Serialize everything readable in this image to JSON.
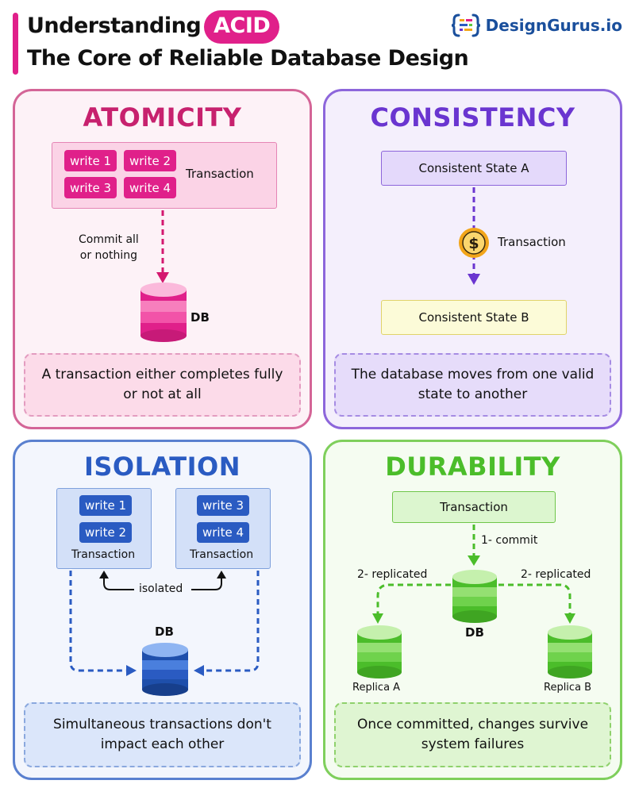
{
  "header": {
    "title_part1": "Understanding",
    "title_highlight": "ACID",
    "subtitle": "The Core of Reliable Database Design",
    "brand": "DesignGurus.io",
    "brand_icon": "code-braces-icon"
  },
  "colors": {
    "pink": "#e0208a",
    "atomicity_title": "#c7216e",
    "purple": "#6a35d0",
    "blue": "#2a5bc2",
    "green": "#5cc83c",
    "gold": "#f2a51a"
  },
  "atomicity": {
    "title": "ATOMICITY",
    "writes": [
      "write 1",
      "write 2",
      "write 3",
      "write 4"
    ],
    "transaction_label": "Transaction",
    "arrow_label": "Commit all\nor nothing",
    "db_label": "DB",
    "caption": "A transaction either completes fully or not at all"
  },
  "consistency": {
    "title": "CONSISTENCY",
    "state_a": "Consistent State A",
    "transaction_label": "Transaction",
    "state_b": "Consistent State B",
    "caption": "The database moves from one valid state to another"
  },
  "isolation": {
    "title": "ISOLATION",
    "txn1_writes": [
      "write 1",
      "write 2"
    ],
    "txn2_writes": [
      "write 3",
      "write 4"
    ],
    "transaction_label": "Transaction",
    "isolated_label": "isolated",
    "db_label": "DB",
    "caption": "Simultaneous transactions don't impact each other"
  },
  "durability": {
    "title": "DURABILITY",
    "transaction_label": "Transaction",
    "commit_label": "1- commit",
    "replicated_left": "2- replicated",
    "replicated_right": "2- replicated",
    "db_label": "DB",
    "replica_a": "Replica A",
    "replica_b": "Replica B",
    "caption": "Once committed, changes survive system failures"
  }
}
